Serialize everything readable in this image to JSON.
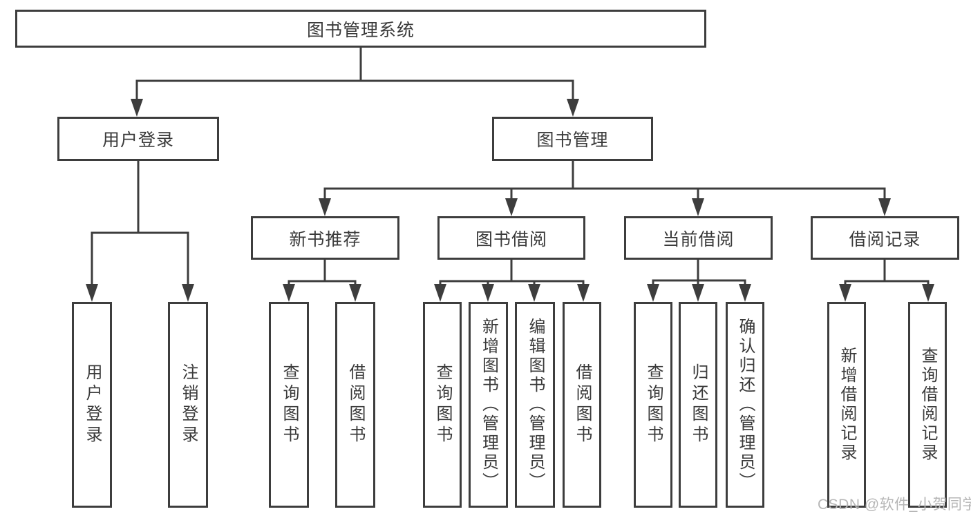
{
  "nodes": {
    "root": "图书管理系统",
    "user_login": "用户登录",
    "book_mgmt": "图书管理",
    "new_book_rec": "新书推荐",
    "book_borrow": "图书借阅",
    "current_borrow": "当前借阅",
    "borrow_records": "借阅记录",
    "leaf_user_login": "用户登录",
    "leaf_logout": "注销登录",
    "leaf_nb_query": "查询图书",
    "leaf_nb_borrow": "借阅图书",
    "leaf_bw_query": "查询图书",
    "leaf_bw_add": "新增图书（管理员）",
    "leaf_bw_edit": "编辑图书（管理员）",
    "leaf_bw_borrow": "借阅图书",
    "leaf_cur_query": "查询图书",
    "leaf_cur_return": "归还图书",
    "leaf_cur_confirm": "确认归还（管理员）",
    "leaf_rec_add": "新增借阅记录",
    "leaf_rec_query": "查询借阅记录"
  },
  "watermark": "CSDN @软件_小贺同学",
  "colors": {
    "line": "#3d3d3d",
    "text": "#3a3a3a",
    "watermark": "#b6b6b6",
    "background": "#ffffff"
  }
}
